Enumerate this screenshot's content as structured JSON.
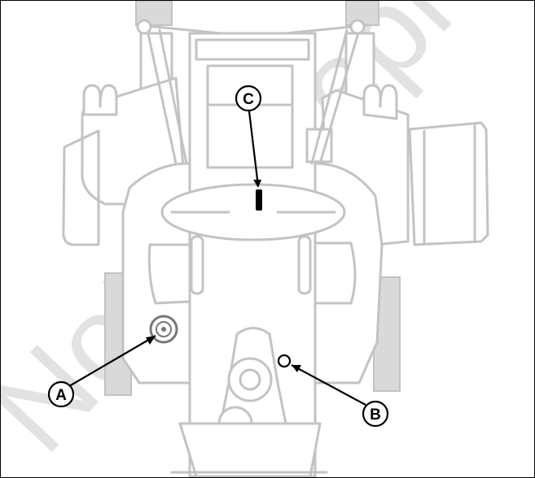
{
  "callouts": [
    {
      "id": "A",
      "label": "A",
      "target": "grease-fitting-left"
    },
    {
      "id": "B",
      "label": "B",
      "target": "fitting-right"
    },
    {
      "id": "C",
      "label": "C",
      "target": "center-pin"
    }
  ],
  "watermark": {
    "text": "Not for reproduction",
    "color": "#e2e2e2"
  },
  "colors": {
    "outline": "#c3c3c3",
    "ink": "#000000",
    "background": "#ffffff"
  }
}
